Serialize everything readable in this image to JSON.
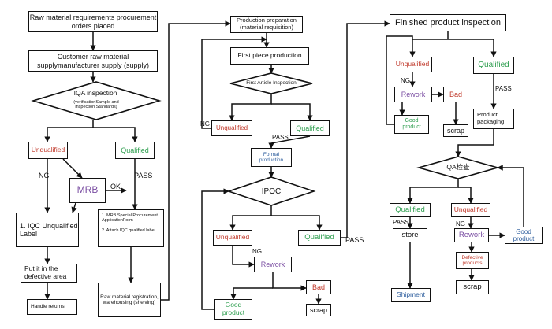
{
  "colors": {
    "line": "#111111",
    "red": "#c0392b",
    "green": "#2e9e4f",
    "purple": "#7b4fa3",
    "blue": "#2f5f9e"
  },
  "col1": {
    "req": "Raw material requirements procurement orders placed",
    "supply": "Customer raw material supplymanufacturer supply (supply)",
    "iqa_title": "IQA inspection",
    "iqa_sub": "(verificationSample and inspection Standards)",
    "unqualified": "Unqualified",
    "qualified": "Qualified",
    "ng": "NG",
    "pass": "PASS",
    "ok": "OK",
    "mrb": "MRB",
    "iqc_label": "1. IQC Unqualified Label",
    "mrb_form_1": "1. MRB Special Procurement ApplicationForm",
    "mrb_form_2": "2. Attach IQC qualified label",
    "defective_area": "Put it in the defective area",
    "handle_returns": "Handle returns",
    "warehousing": "Raw material registration, warehousing (shelving)"
  },
  "col2": {
    "prep": "Production preparation (material requisition)",
    "first_piece": "First piece production",
    "fai": "First Article Inspection",
    "ng": "NG",
    "unqualified": "Unqualified",
    "qualified": "Qualified",
    "pass": "PASS",
    "formal": "Formal production",
    "ipqc": "IPOC",
    "unqualified2": "Unqualified",
    "qualified2": "Qualified",
    "pass2": "PASS",
    "ng2": "NG",
    "rework": "Rework",
    "bad": "Bad",
    "good": "Good product",
    "scrap": "scrap"
  },
  "col3": {
    "fpi": "Finished product inspection",
    "unqualified": "Unqualified",
    "qualified": "Qualified",
    "ng": "NG",
    "pass": "PASS",
    "rework": "Rework",
    "bad": "Bad",
    "good": "Good product",
    "scrap": "scrap",
    "packaging": "Product packaging",
    "qa": "QA检查",
    "qualified2": "Qualified",
    "unqualified2": "Unqualified",
    "pass2": "PASS",
    "ng2": "NG",
    "store": "store",
    "rework2": "Rework",
    "good2": "Good product",
    "defective": "Defective products",
    "shipment": "Shipment",
    "scrap2": "scrap"
  }
}
